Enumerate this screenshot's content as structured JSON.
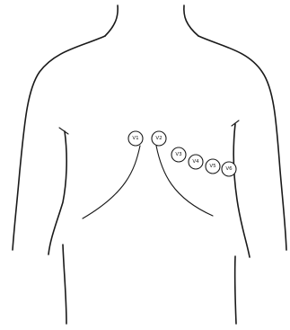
{
  "electrodes": [
    {
      "label": "V1"
    },
    {
      "label": "V2"
    },
    {
      "label": "V3"
    },
    {
      "label": "V4"
    },
    {
      "label": "V5"
    },
    {
      "label": "V6"
    }
  ],
  "colors": {
    "line": "#1a1a1a",
    "background": "#ffffff"
  }
}
